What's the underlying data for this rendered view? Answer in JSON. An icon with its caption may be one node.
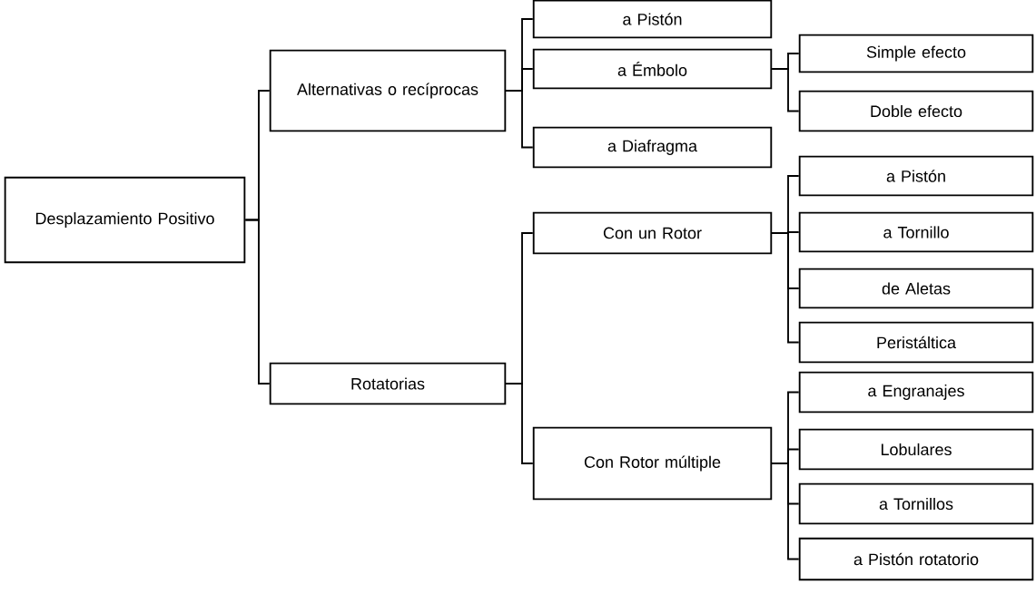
{
  "diagram": {
    "nodes": [
      {
        "text": [
          "Desplazamiento Positivo"
        ]
      },
      {
        "text": [
          "Alternativas o recíprocas"
        ]
      },
      {
        "text": [
          "Rotatorias"
        ]
      },
      {
        "text": [
          "a Pistón"
        ]
      },
      {
        "text": [
          "a Émbolo"
        ]
      },
      {
        "text": [
          "a Diafragma"
        ]
      },
      {
        "text": [
          "Simple efecto"
        ]
      },
      {
        "text": [
          "Doble efecto"
        ]
      },
      {
        "text": [
          "Con un Rotor"
        ]
      },
      {
        "text": [
          "Con Rotor múltiple"
        ]
      },
      {
        "text": [
          "a Pistón"
        ]
      },
      {
        "text": [
          "a Tornillo"
        ]
      },
      {
        "text": [
          "de Aletas"
        ]
      },
      {
        "text": [
          "Peristáltica"
        ]
      },
      {
        "text": [
          "a Engranajes"
        ]
      },
      {
        "text": [
          "Lobulares"
        ]
      },
      {
        "text": [
          "a Tornillos"
        ]
      },
      {
        "text": [
          "a Pistón rotatorio"
        ]
      }
    ],
    "edges": [
      {
        "from": 0,
        "to": 1,
        "arrow": "none"
      },
      {
        "from": 0,
        "to": 2,
        "arrow": "none"
      },
      {
        "from": 1,
        "to": 3,
        "arrow": "none"
      },
      {
        "from": 1,
        "to": 4,
        "arrow": "none"
      },
      {
        "from": 1,
        "to": 5,
        "arrow": "none"
      },
      {
        "from": 4,
        "to": 6,
        "arrow": "none"
      },
      {
        "from": 4,
        "to": 7,
        "arrow": "none"
      },
      {
        "from": 2,
        "to": 8,
        "arrow": "none"
      },
      {
        "from": 2,
        "to": 9,
        "arrow": "none"
      },
      {
        "from": 8,
        "to": 10,
        "arrow": "none"
      },
      {
        "from": 8,
        "to": 11,
        "arrow": "none"
      },
      {
        "from": 8,
        "to": 12,
        "arrow": "none"
      },
      {
        "from": 8,
        "to": 13,
        "arrow": "none"
      },
      {
        "from": 9,
        "to": 14,
        "arrow": "none"
      },
      {
        "from": 9,
        "to": 15,
        "arrow": "none"
      },
      {
        "from": 9,
        "to": 16,
        "arrow": "none"
      },
      {
        "from": 9,
        "to": 17,
        "arrow": "none"
      }
    ]
  }
}
